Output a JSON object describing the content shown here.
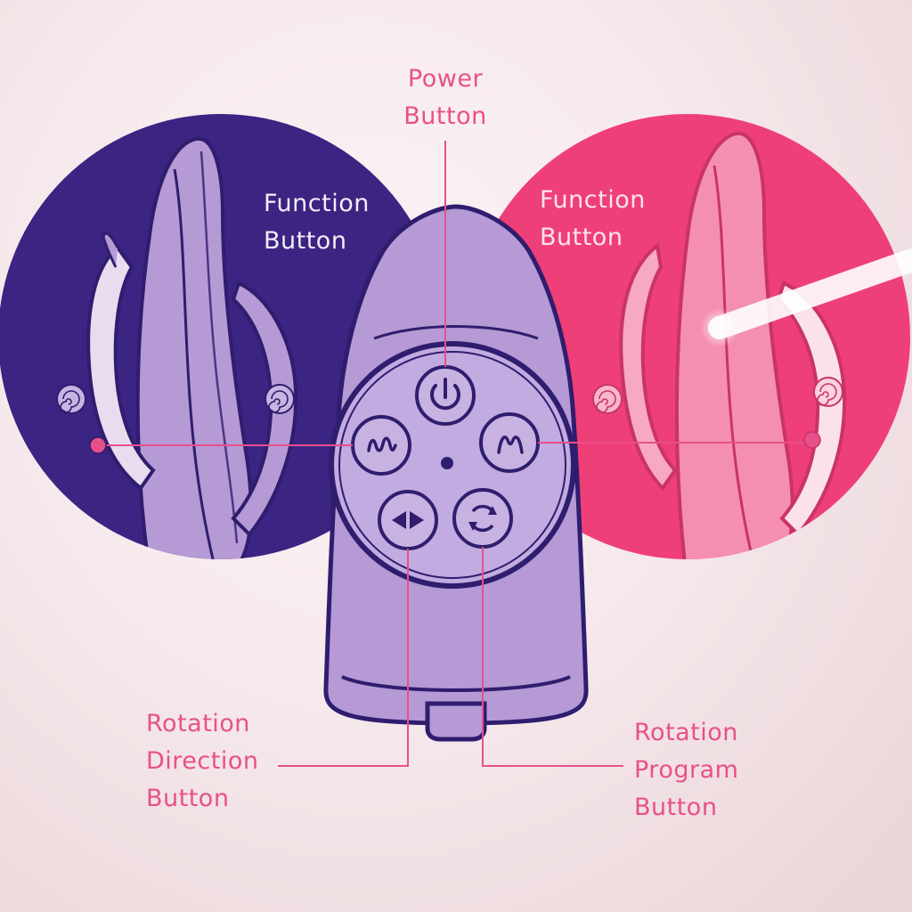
{
  "colors": {
    "navy": "#3b2482",
    "pink": "#ee3f78",
    "lavender": "#b49ad8",
    "outline": "#2f1d6e",
    "label_pink": "#e8508a"
  },
  "labels": {
    "power": [
      "Power",
      "Button"
    ],
    "function_left": [
      "Function",
      "Button"
    ],
    "function_right": [
      "Function",
      "Button"
    ],
    "rotation_direction": [
      "Rotation",
      "Direction",
      "Button"
    ],
    "rotation_program": [
      "Rotation",
      "Program",
      "Button"
    ]
  },
  "icons": {
    "power": "power-icon",
    "function_left": "wave-icon",
    "function_right": "m-wave-icon",
    "rotation_direction": "left-right-arrows-icon",
    "rotation_program": "rotate-arrows-icon",
    "shaft_nodes": "spiral-icon"
  }
}
